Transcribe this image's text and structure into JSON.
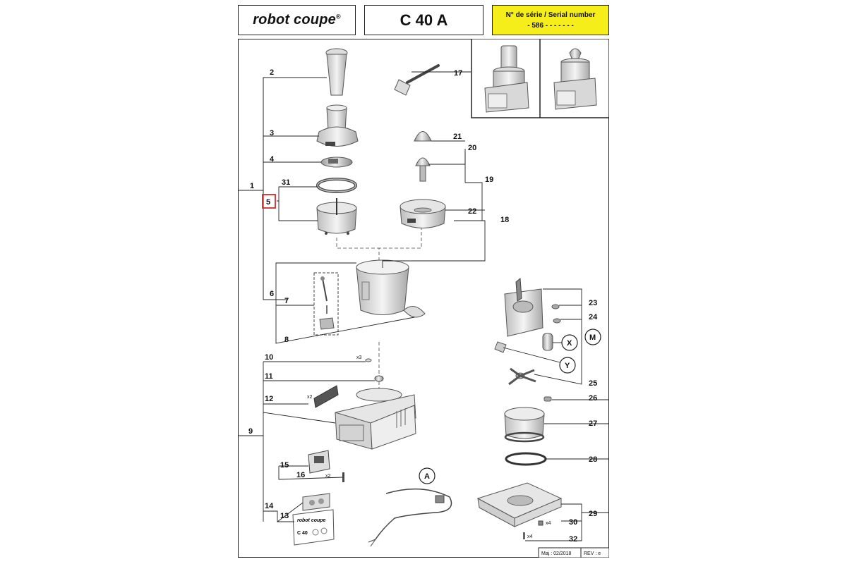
{
  "header": {
    "brand_text": "robot coupe",
    "brand_reg": "®",
    "model": "C 40 A",
    "serial_label": "N° de série / Serial number",
    "serial_value": "- 586 - - - - -    - -"
  },
  "footer": {
    "updated": "Maj : 02/2018",
    "revision": "REV : e"
  },
  "callouts": {
    "n1": "1",
    "n2": "2",
    "n3": "3",
    "n4": "4",
    "n5": "5",
    "n6": "6",
    "n7": "7",
    "n8": "8",
    "n9": "9",
    "n10": "10",
    "n11": "11",
    "n12": "12",
    "n13": "13",
    "n14": "14",
    "n15": "15",
    "n16": "16",
    "n17": "17",
    "n18": "18",
    "n19": "19",
    "n20": "20",
    "n21": "21",
    "n22": "22",
    "n23": "23",
    "n24": "24",
    "n25": "25",
    "n26": "26",
    "n27": "27",
    "n28": "28",
    "n29": "29",
    "n30": "30",
    "n31": "31",
    "n32": "32",
    "a": "A",
    "m": "M",
    "x": "X",
    "y": "Y"
  },
  "quantities": {
    "q10": "x3",
    "q12": "x2",
    "q16": "x2",
    "q30": "x4",
    "q32": "x4"
  },
  "panel_text": {
    "brand": "robot coupe",
    "model": "C 40"
  },
  "colors": {
    "serial_background": "#f6ee1a",
    "highlight_box": "#d42a2a",
    "line": "#222222"
  },
  "icons": [
    "machine-with-feeder-icon",
    "machine-with-juicer-icon",
    "spatula-icon",
    "power-cord-icon",
    "motor-icon",
    "fan-icon"
  ]
}
